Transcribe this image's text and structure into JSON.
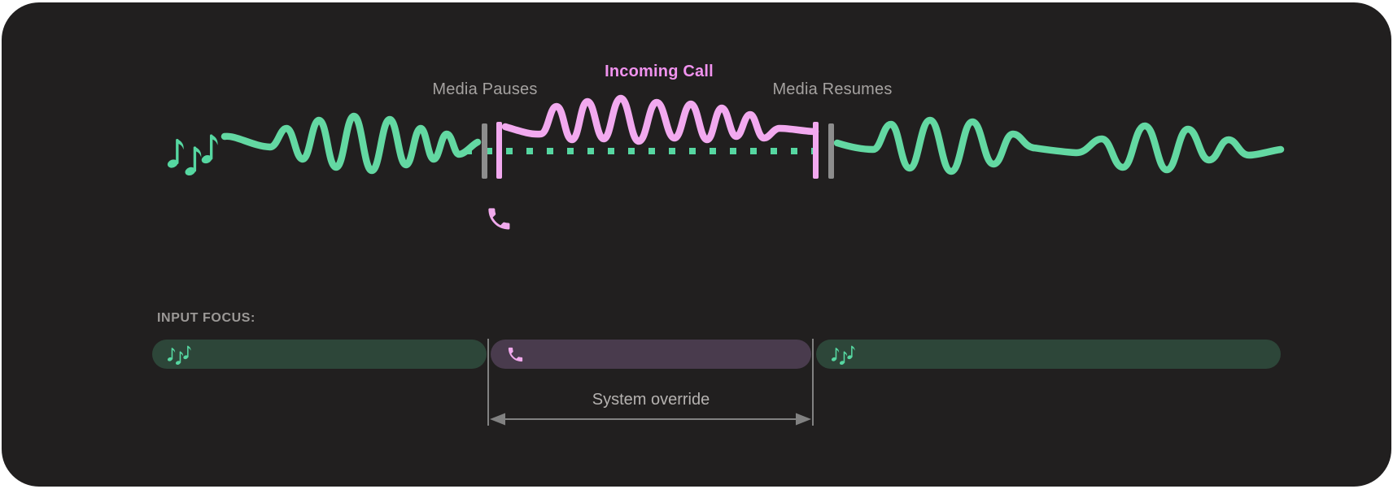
{
  "colors": {
    "page-bg": "#ffffff",
    "panel-bg": "#211f1f",
    "wave-green": "#63d8a2",
    "wave-pink": "#f2a9ef",
    "text-pink": "#f092ee",
    "text-gray": "#a5a2a0",
    "heading-gray": "#9b9896",
    "annotation-gray": "#b5b2b0",
    "bar-gray": "#8d8d8d",
    "line-gray": "#818181",
    "pill-green": "#2d4639",
    "pill-purple": "#493b4d",
    "icon-teal": "#56d7a1",
    "icon-pink": "#f0a9ec"
  },
  "timeline": {
    "media_pauses_label": "Media Pauses",
    "incoming_call_label": "Incoming Call",
    "media_resumes_label": "Media Resumes",
    "icons": {
      "playing_media": "music-notes-icon",
      "incoming_call": "phone-icon",
      "pause_marker": "pause-bars-icon"
    }
  },
  "input_focus": {
    "heading": "INPUT FOCUS:",
    "annotation": "System override",
    "segments": [
      {
        "name": "media-before-call",
        "icon": "music-notes-icon"
      },
      {
        "name": "call-override",
        "icon": "phone-icon"
      },
      {
        "name": "media-after-call",
        "icon": "music-notes-icon"
      }
    ]
  }
}
